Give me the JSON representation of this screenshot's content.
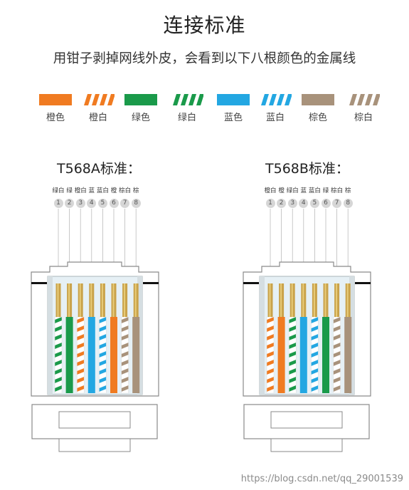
{
  "title": "连接标准",
  "subtitle": "用钳子剥掉网线外皮，会看到以下八根颜色的金属线",
  "colors": {
    "orange": "#f07b21",
    "green": "#1a9a4a",
    "blue": "#23a7e2",
    "brown": "#a8927b"
  },
  "legend": [
    {
      "label": "橙色",
      "color": "orange",
      "striped": false
    },
    {
      "label": "橙白",
      "color": "orange",
      "striped": true
    },
    {
      "label": "绿色",
      "color": "green",
      "striped": false
    },
    {
      "label": "绿白",
      "color": "green",
      "striped": true
    },
    {
      "label": "蓝色",
      "color": "blue",
      "striped": false
    },
    {
      "label": "蓝白",
      "color": "blue",
      "striped": true
    },
    {
      "label": "棕色",
      "color": "brown",
      "striped": false
    },
    {
      "label": "棕白",
      "color": "brown",
      "striped": true
    }
  ],
  "standards": [
    {
      "title": "T568A标准：",
      "labels": [
        "绿白",
        "绿",
        "橙白",
        "蓝",
        "蓝白",
        "橙",
        "棕白",
        "棕"
      ],
      "pins": [
        "1",
        "2",
        "3",
        "4",
        "5",
        "6",
        "7",
        "8"
      ],
      "wires": [
        {
          "color": "green",
          "striped": true
        },
        {
          "color": "green",
          "striped": false
        },
        {
          "color": "orange",
          "striped": true
        },
        {
          "color": "blue",
          "striped": false
        },
        {
          "color": "blue",
          "striped": true
        },
        {
          "color": "orange",
          "striped": false
        },
        {
          "color": "brown",
          "striped": true
        },
        {
          "color": "brown",
          "striped": false
        }
      ]
    },
    {
      "title": "T568B标准：",
      "labels": [
        "橙白",
        "橙",
        "绿白",
        "蓝",
        "蓝白",
        "绿",
        "棕白",
        "棕"
      ],
      "pins": [
        "1",
        "2",
        "3",
        "4",
        "5",
        "6",
        "7",
        "8"
      ],
      "wires": [
        {
          "color": "orange",
          "striped": true
        },
        {
          "color": "orange",
          "striped": false
        },
        {
          "color": "green",
          "striped": true
        },
        {
          "color": "blue",
          "striped": false
        },
        {
          "color": "blue",
          "striped": true
        },
        {
          "color": "green",
          "striped": false
        },
        {
          "color": "brown",
          "striped": true
        },
        {
          "color": "brown",
          "striped": false
        }
      ]
    }
  ],
  "watermark": "https://blog.csdn.net/qq_29001539"
}
